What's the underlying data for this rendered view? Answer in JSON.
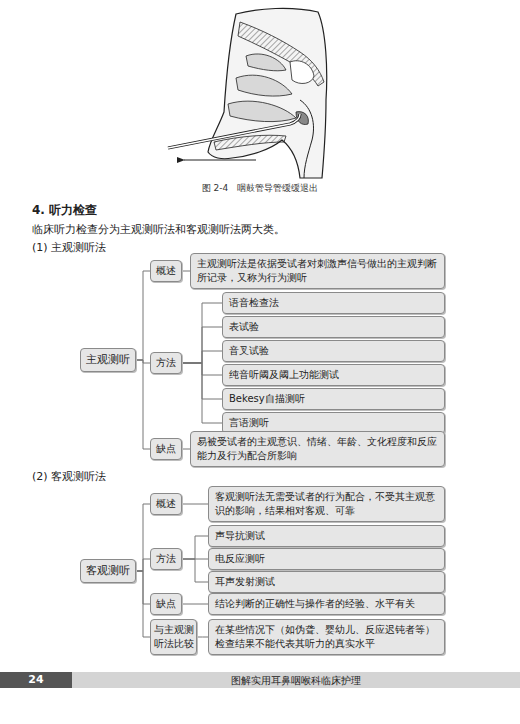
{
  "diagram": {
    "title": "4. 听力检查",
    "caption": "图 2-4　咽鼓管导管缓缓退出",
    "nodes": [
      {
        "text": [
          "主观测听"
        ]
      },
      {
        "text": [
          "概述"
        ]
      },
      {
        "text": [
          "主观测听法是依据受试者对刺激声信号做出的主观判断所记录，又称为行为测听"
        ]
      },
      {
        "text": [
          "方法"
        ]
      },
      {
        "text": [
          "语音检查法"
        ]
      },
      {
        "text": [
          "表试验"
        ]
      },
      {
        "text": [
          "音叉试验"
        ]
      },
      {
        "text": [
          "纯音听阈及阈上功能测试"
        ]
      },
      {
        "text": [
          "Bekesy自描测听"
        ]
      },
      {
        "text": [
          "言语测听"
        ]
      },
      {
        "text": [
          "缺点"
        ]
      },
      {
        "text": [
          "易被受试者的主观意识、情绪、年龄、文化程度和反应能力及行为配合所影响"
        ]
      },
      {
        "text": [
          "客观测听"
        ]
      },
      {
        "text": [
          "概述"
        ]
      },
      {
        "text": [
          "客观测听法无需受试者的行为配合，不受其主观意识的影响，结果相对客观、可靠"
        ]
      },
      {
        "text": [
          "方法"
        ]
      },
      {
        "text": [
          "声导抗测试"
        ]
      },
      {
        "text": [
          "电反应测听"
        ]
      },
      {
        "text": [
          "耳声发射测试"
        ]
      },
      {
        "text": [
          "缺点"
        ]
      },
      {
        "text": [
          "结论判断的正确性与操作者的经验、水平有关"
        ]
      },
      {
        "text": [
          "与主观测听法比较"
        ]
      },
      {
        "text": [
          "在某些情况下（如伪聋、婴幼儿、反应迟钝者等）检查结果不能代表其听力的真实水平"
        ]
      }
    ],
    "edges": [
      {
        "from": 0,
        "to": 1,
        "arrow": "none"
      },
      {
        "from": 1,
        "to": 2,
        "arrow": "none"
      },
      {
        "from": 0,
        "to": 3,
        "arrow": "none"
      },
      {
        "from": 3,
        "to": 4,
        "arrow": "none"
      },
      {
        "from": 3,
        "to": 5,
        "arrow": "none"
      },
      {
        "from": 3,
        "to": 6,
        "arrow": "none"
      },
      {
        "from": 3,
        "to": 7,
        "arrow": "none"
      },
      {
        "from": 3,
        "to": 8,
        "arrow": "none"
      },
      {
        "from": 3,
        "to": 9,
        "arrow": "none"
      },
      {
        "from": 0,
        "to": 10,
        "arrow": "none"
      },
      {
        "from": 10,
        "to": 11,
        "arrow": "none"
      },
      {
        "from": 12,
        "to": 13,
        "arrow": "none"
      },
      {
        "from": 13,
        "to": 14,
        "arrow": "none"
      },
      {
        "from": 12,
        "to": 15,
        "arrow": "none"
      },
      {
        "from": 15,
        "to": 16,
        "arrow": "none"
      },
      {
        "from": 15,
        "to": 17,
        "arrow": "none"
      },
      {
        "from": 15,
        "to": 18,
        "arrow": "none"
      },
      {
        "from": 12,
        "to": 19,
        "arrow": "none"
      },
      {
        "from": 19,
        "to": 20,
        "arrow": "none"
      },
      {
        "from": 12,
        "to": 21,
        "arrow": "none"
      },
      {
        "from": 21,
        "to": 22,
        "arrow": "none"
      }
    ],
    "labels": [
      "临床听力检查分为主观测听法和客观测听法两大类。",
      "(1) 主观测听法",
      "(2) 客观测听法",
      "24",
      "图解实用耳鼻咽喉科临床护理"
    ]
  }
}
